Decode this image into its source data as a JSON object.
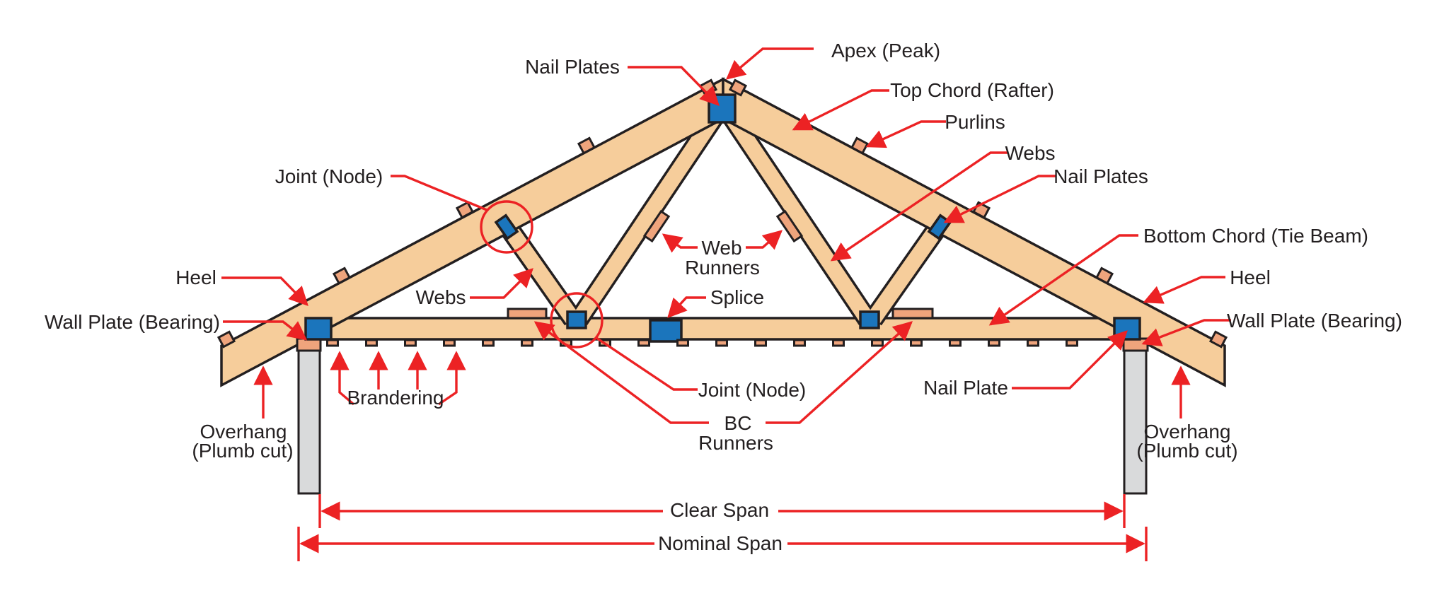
{
  "diagram": {
    "type": "labeled-technical-diagram",
    "subject": "Timber roof truss components",
    "labels": {
      "nail_plates_top": "Nail Plates",
      "apex": "Apex (Peak)",
      "top_chord": "Top Chord (Rafter)",
      "purlins": "Purlins",
      "webs_right": "Webs",
      "nail_plates_right": "Nail Plates",
      "bottom_chord": "Bottom Chord (Tie Beam)",
      "heel_right": "Heel",
      "wall_plate_right": "Wall Plate (Bearing)",
      "joint_node_top": "Joint (Node)",
      "heel_left": "Heel",
      "wall_plate_left": "Wall Plate (Bearing)",
      "webs_left": "Webs",
      "web_runners_line1": "Web",
      "web_runners_line2": "Runners",
      "splice": "Splice",
      "joint_node_bottom": "Joint (Node)",
      "bc_runners_line1": "BC",
      "bc_runners_line2": "Runners",
      "nail_plate_bottom_right": "Nail Plate",
      "brandering": "Brandering",
      "overhang_left_line1": "Overhang",
      "overhang_left_line2": "(Plumb cut)",
      "overhang_right_line1": "Overhang",
      "overhang_right_line2": "(Plumb cut)",
      "clear_span": "Clear Span",
      "nominal_span": "Nominal Span"
    },
    "colors": {
      "wood": "#F6CD9B",
      "accent_salmon": "#EFA47C",
      "plate_blue": "#1B75BC",
      "annotation_red": "#EC2224",
      "outline_ink": "#231F20",
      "column_gray": "#D9DADB",
      "background": "#FFFFFF"
    }
  }
}
